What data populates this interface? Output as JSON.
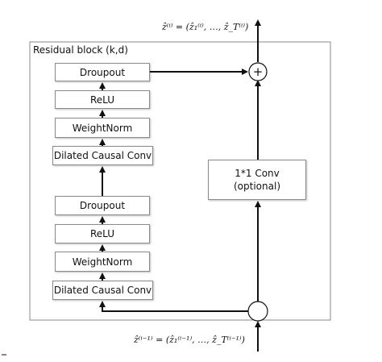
{
  "frame_title": "Residual block (k,d)",
  "upper_stack": {
    "dropout": "Droupout",
    "relu": "ReLU",
    "weightnorm": "WeightNorm",
    "dilated_conv": "Dilated Causal Conv"
  },
  "lower_stack": {
    "dropout": "Droupout",
    "relu": "ReLU",
    "weightnorm": "WeightNorm",
    "dilated_conv": "Dilated Causal Conv"
  },
  "conv_box": {
    "line1": "1*1 Conv",
    "line2": "(optional)"
  },
  "adder_symbol": "+",
  "output_label": "ẑ⁽ⁱ⁾ = (ẑ₁⁽ⁱ⁾, …, ẑ_T⁽ⁱ⁾)",
  "input_label": "ẑ⁽ⁱ⁻¹⁾ = (ẑ₁⁽ⁱ⁻¹⁾, …, ẑ_T⁽ⁱ⁻¹⁾)",
  "colors": {
    "line": "#111111",
    "frame": "#8a8a8a"
  }
}
